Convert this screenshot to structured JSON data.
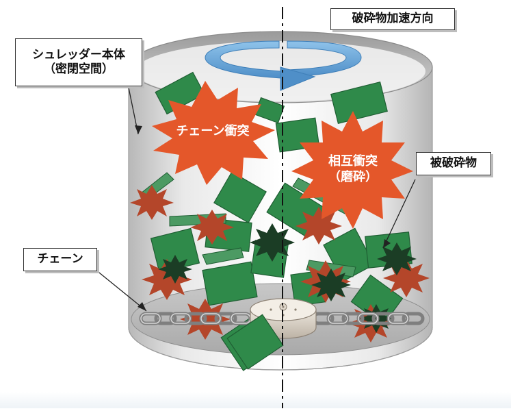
{
  "labels": {
    "direction": "破砕物加速方向",
    "body_line1": "シュレッダー本体",
    "body_line2": "（密閉空間）",
    "crushed": "被破砕物",
    "chain": "チェーン"
  },
  "bursts": {
    "chain_collision": "チェーン衝突",
    "mutual_line1": "相互衝突",
    "mutual_line2": "（磨砕）"
  },
  "colors": {
    "burst_orange": "#e4572a",
    "fragment_green": "#2f8a4a",
    "fragment_dark": "#1f5e33",
    "small_burst": "#b4462a",
    "dark_burst": "#1b3d25",
    "arrow_blue": "#6aa9dc",
    "cylinder": "#cfcfcf"
  },
  "icons": [
    "rotation-arrow-icon",
    "chain-icon",
    "hub-disc-icon",
    "burst-icon"
  ]
}
